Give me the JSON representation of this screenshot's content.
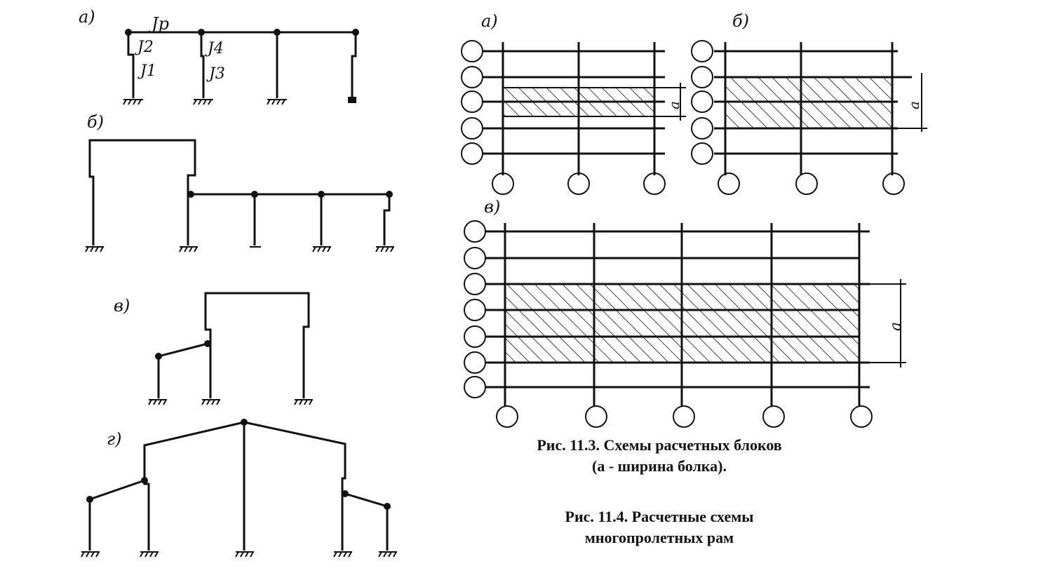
{
  "colors": {
    "ink": "#111111",
    "background": "#ffffff"
  },
  "frames": {
    "label_a": "а)",
    "label_b": "б)",
    "label_v": "в)",
    "label_g": "г)",
    "stiffness": {
      "jp": "Jp",
      "j1": "J1",
      "j2": "J2",
      "j3": "J3",
      "j4": "J4"
    }
  },
  "blocks": {
    "label_a": "а)",
    "label_b": "б)",
    "label_v": "в)",
    "dimension_label": "a"
  },
  "captions": {
    "fig_11_3_line1": "Рис. 11.3. Схемы расчетных блоков",
    "fig_11_3_line2": "(а - ширина болка).",
    "fig_11_4_line1": "Рис. 11.4. Расчетные схемы",
    "fig_11_4_line2": "многопролетных рам"
  }
}
